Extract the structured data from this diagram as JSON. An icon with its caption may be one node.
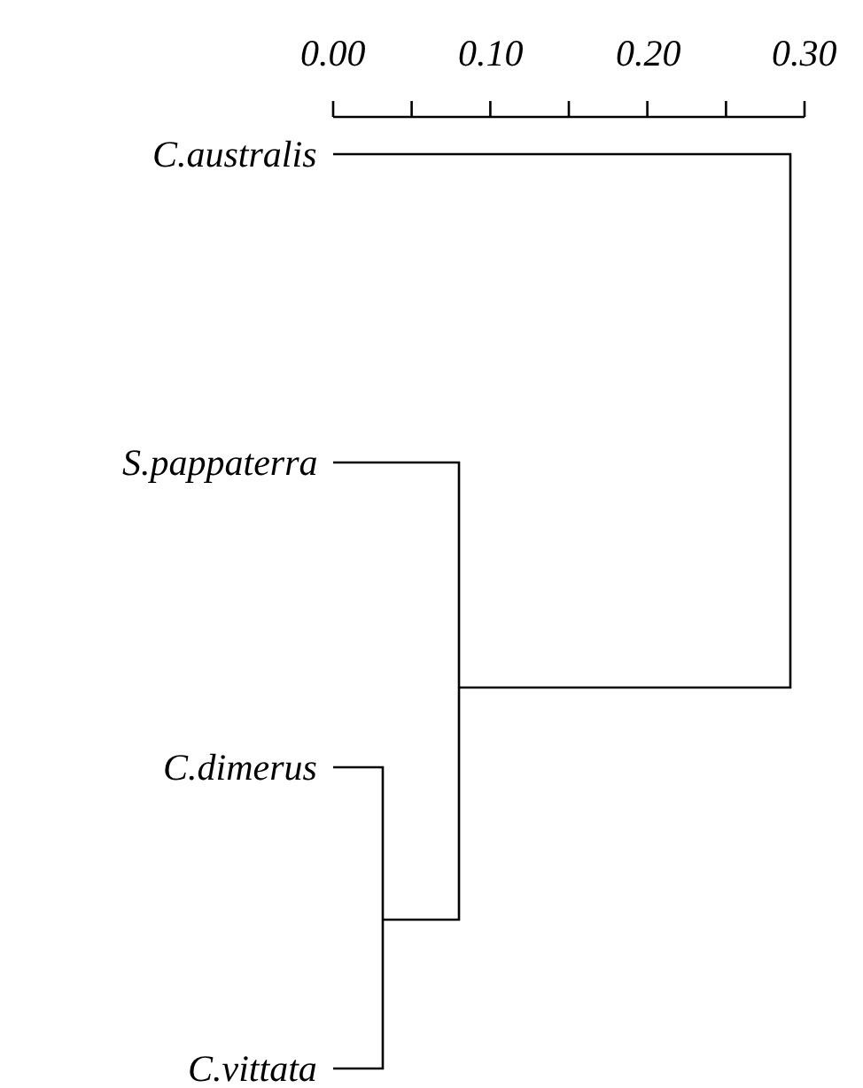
{
  "diagram": {
    "labels": [
      "0.00",
      "0.10",
      "0.20",
      "0.30",
      "C.australis",
      "S.pappaterra",
      "C.dimerus",
      "C.vittata"
    ]
  }
}
